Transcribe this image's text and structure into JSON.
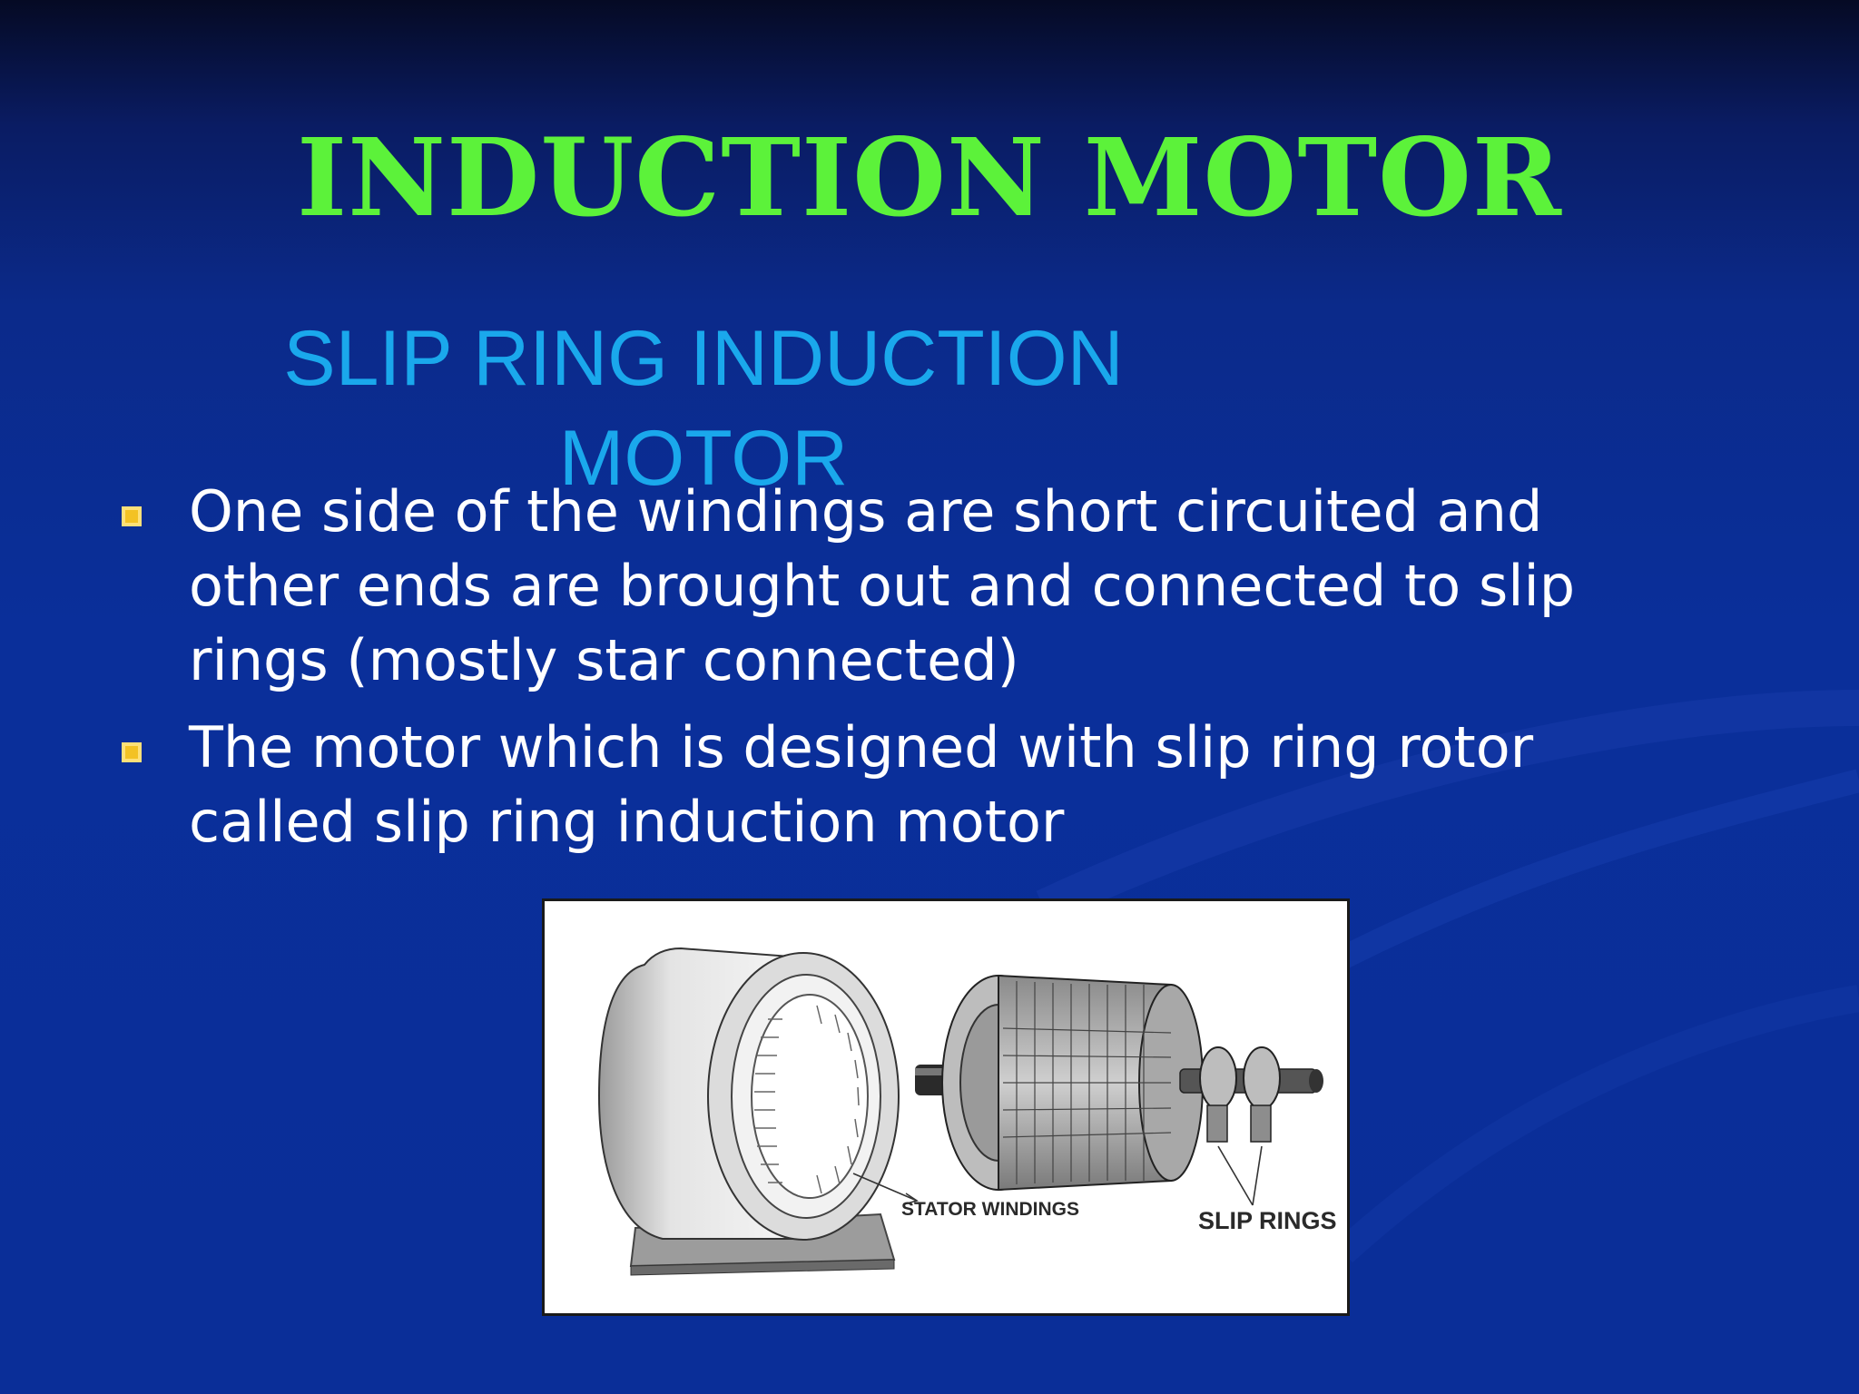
{
  "slide": {
    "title": "INDUCTION MOTOR",
    "subtitle": "SLIP RING INDUCTION MOTOR",
    "bullets": [
      "One side of the windings are short circuited and other ends are brought out and  connected to slip rings (mostly star connected)",
      "The motor which is designed with slip ring rotor called slip ring induction motor"
    ],
    "figure": {
      "labels": {
        "stator_windings": "STATOR WINDINGS",
        "slip_rings": "SLIP RINGS"
      }
    }
  },
  "colors": {
    "background": "#0a2e98",
    "title": "#5cf23a",
    "subtitle": "#1aa8ec",
    "bullet_marker": "#f3c224",
    "body_text": "#ffffff"
  }
}
